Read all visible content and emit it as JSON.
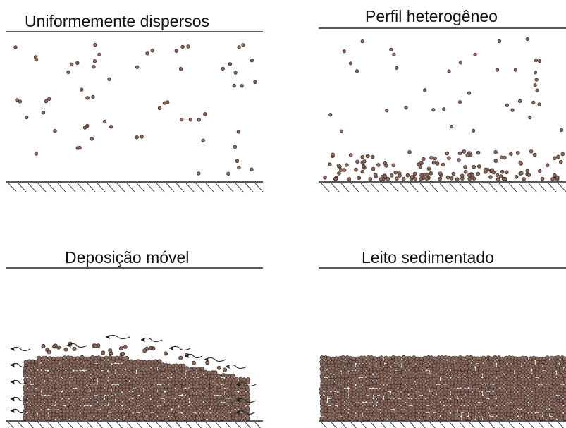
{
  "panels": [
    {
      "id": "uniform",
      "title": "Uniformemente dispersos",
      "regime": "uniformly-dispersed"
    },
    {
      "id": "hetero",
      "title": "Perfil heterogêneo",
      "regime": "heterogeneous-profile"
    },
    {
      "id": "moving",
      "title": "Deposição móvel",
      "regime": "moving-deposit"
    },
    {
      "id": "bed",
      "title": "Leito sedimentado",
      "regime": "stationary-bed"
    }
  ],
  "colors": {
    "particle_fill": "#8a6a5e",
    "particle_stroke": "#3b2a24",
    "line": "#222222",
    "arrow": "#222222"
  }
}
